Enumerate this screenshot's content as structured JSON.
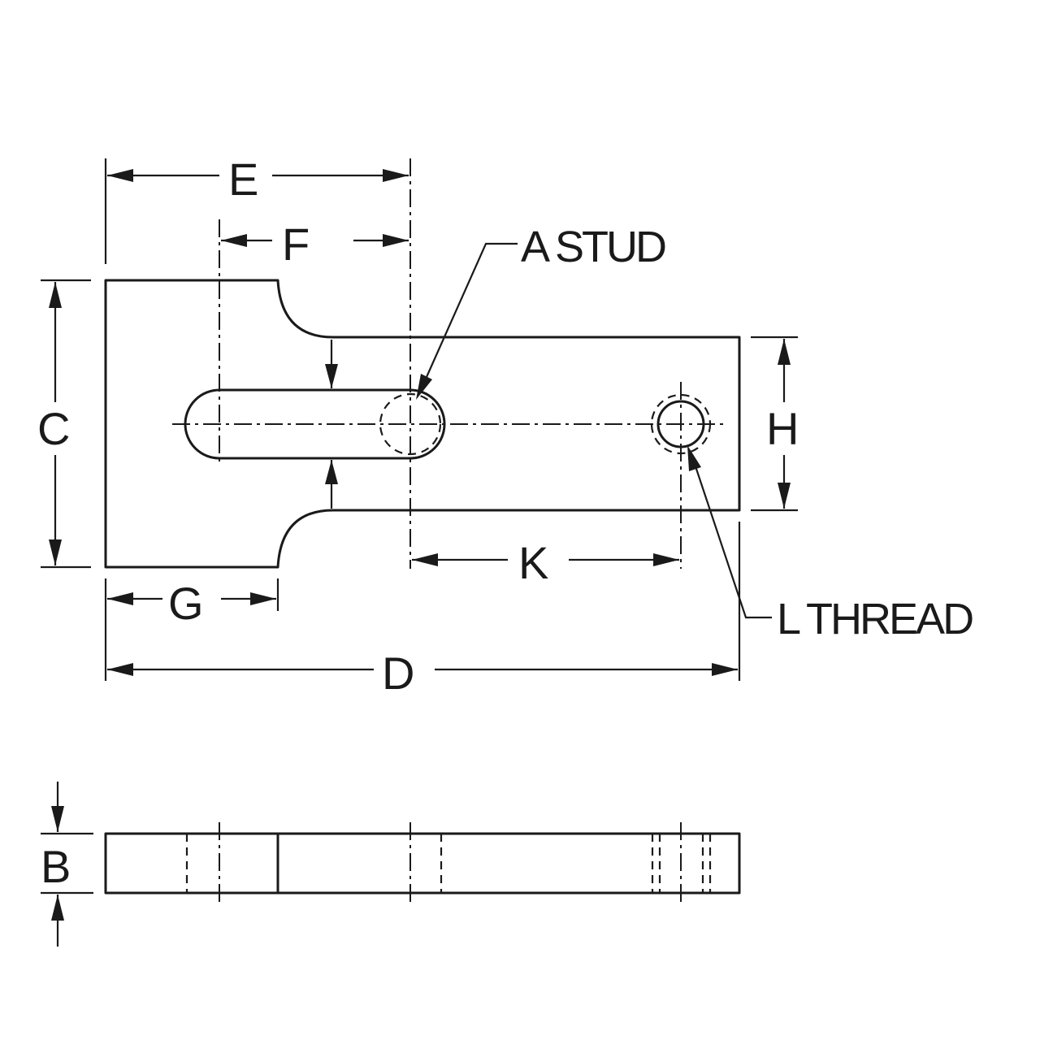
{
  "dimensions": {
    "E": "E",
    "F": "F",
    "C": "C",
    "G": "G",
    "D": "D",
    "H": "H",
    "K": "K",
    "B": "B"
  },
  "callouts": {
    "stud": "A STUD",
    "thread": "L THREAD"
  },
  "colors": {
    "line": "#1a1a1a",
    "background": "#ffffff"
  }
}
